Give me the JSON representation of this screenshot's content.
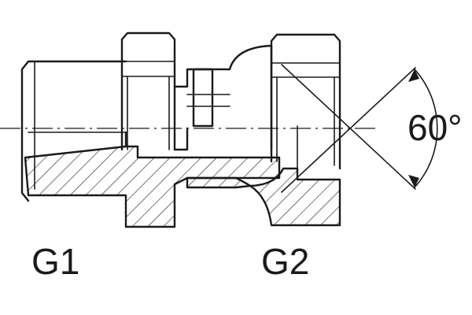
{
  "labels": {
    "left_thread": "G1",
    "right_thread": "G2",
    "cone_angle": "60°"
  },
  "colors": {
    "line": "#1a1a1a",
    "background": "#ffffff"
  }
}
